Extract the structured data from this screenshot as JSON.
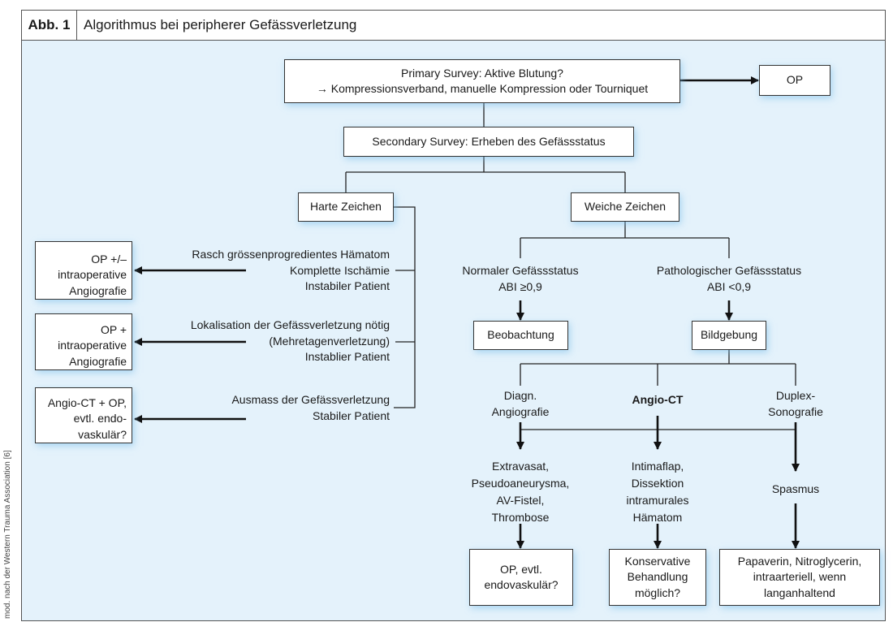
{
  "header": {
    "label": "Abb. 1",
    "title": "Algorithmus bei peripherer Gefässverletzung"
  },
  "source_note": "mod. nach der Western Trauma Association [6]",
  "primary": {
    "line1": "Primary Survey: Aktive Blutung?",
    "line2": "→ Kompressionsverband, manuelle Kompression oder Tourniquet"
  },
  "op": "OP",
  "secondary": "Secondary Survey: Erheben des Gefässstatus",
  "hard": {
    "label": "Harte Zeichen",
    "groups": [
      {
        "criteria": [
          "Rasch grössenprogredientes Hämatom",
          "Komplette Ischämie",
          "Instabiler Patient"
        ],
        "result": [
          "OP +/–",
          "intraoperative",
          "Angiografie"
        ]
      },
      {
        "criteria": [
          "Lokalisation der Gefässverletzung nötig",
          "(Mehretagenverletzung)",
          "Instablier Patient"
        ],
        "result": [
          "OP +",
          "intraoperative",
          "Angiografie"
        ]
      },
      {
        "criteria": [
          "Ausmass der Gefässverletzung",
          "Stabiler Patient"
        ],
        "result": [
          "Angio-CT + OP,",
          "evtl. endo-",
          "vaskulär?"
        ]
      }
    ]
  },
  "soft": {
    "label": "Weiche Zeichen",
    "normal": {
      "lines": [
        "Normaler Gefässstatus",
        "ABI ≥0,9"
      ],
      "result": "Beobachtung"
    },
    "pathologic": {
      "lines": [
        "Pathologischer Gefässstatus",
        "ABI <0,9"
      ],
      "result": "Bildgebung"
    }
  },
  "imaging": {
    "methods": [
      [
        "Diagn.",
        "Angiografie"
      ],
      [
        "Angio-CT"
      ],
      [
        "Duplex-",
        "Sonografie"
      ]
    ],
    "findings": [
      [
        "Extravasat,",
        "Pseudoaneurysma,",
        "AV-Fistel,",
        "Thrombose"
      ],
      [
        "Intimaflap,",
        "Dissektion",
        "intramurales",
        "Hämatom"
      ],
      [
        "Spasmus"
      ]
    ],
    "treatments": [
      [
        "OP, evtl.",
        "endovaskulär?"
      ],
      [
        "Konservative",
        "Behandlung",
        "möglich?"
      ],
      [
        "Papaverin, Nitroglycerin,",
        "intraarteriell, wenn",
        "langanhaltend"
      ]
    ]
  },
  "colors": {
    "background": "#e4f2fb",
    "box": "#ffffff",
    "line": "#1a1a1a"
  }
}
